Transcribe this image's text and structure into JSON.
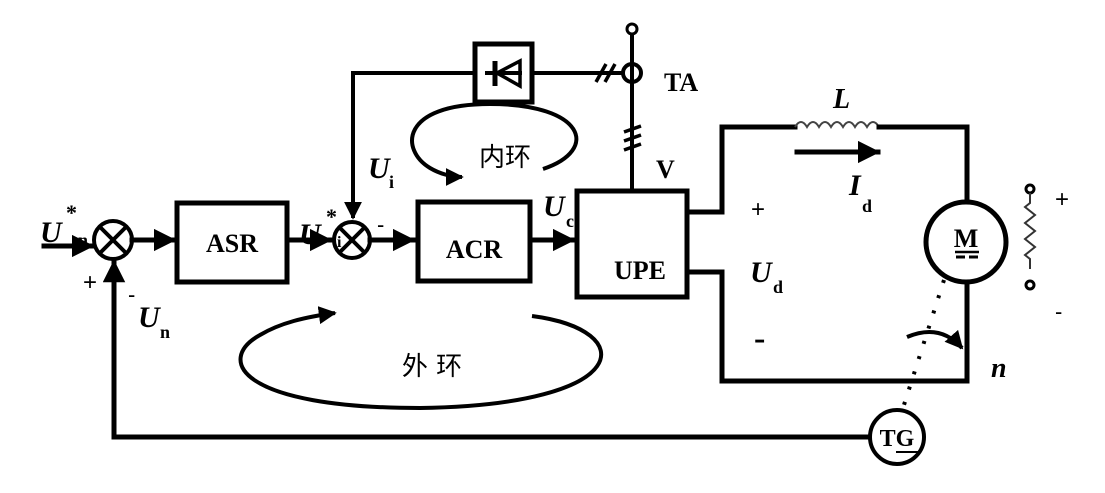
{
  "blocks": {
    "asr": "ASR",
    "acr": "ACR",
    "upe": "UPE",
    "motor": "M",
    "tacho": "TG"
  },
  "labels": {
    "ref_speed": {
      "main": "U",
      "sup": "*",
      "sub": "n"
    },
    "feedback_speed": {
      "main": "U",
      "sub": "n"
    },
    "ref_current": {
      "main": "U",
      "sup": "*",
      "sub": "i"
    },
    "feedback_current": {
      "main": "U",
      "sub": "i"
    },
    "control_voltage": {
      "main": "U",
      "sub": "c"
    },
    "output_voltage": {
      "main": "U",
      "sub": "d"
    },
    "current": {
      "main": "I",
      "sub": "d"
    },
    "inductor": "L",
    "current_transformer": "TA",
    "thyristor": "V",
    "speed": "n"
  },
  "loops": {
    "inner": "内环",
    "outer": "外 环"
  },
  "signs": {
    "plus": "+",
    "minus": "-"
  }
}
